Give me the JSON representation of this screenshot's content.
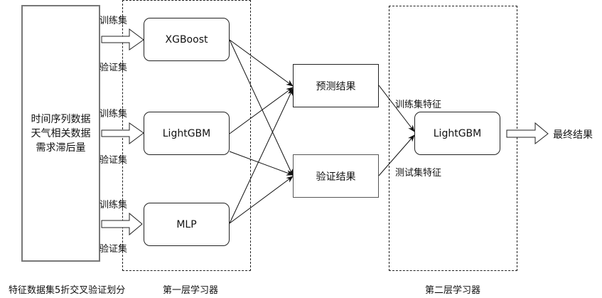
{
  "source": {
    "lines": [
      "时间序列数据",
      "天气相关数据",
      "需求滞后量"
    ],
    "caption": "特征数据集5折交叉验证划分"
  },
  "split_labels": {
    "train": "训练集",
    "validation": "验证集"
  },
  "layer1": {
    "caption": "第一层学习器",
    "models": [
      "XGBoost",
      "LightGBM",
      "MLP"
    ]
  },
  "results": {
    "prediction": "预测结果",
    "validation": "验证结果"
  },
  "layer2": {
    "caption": "第二层学习器",
    "model": "LightGBM",
    "train_feature_label": "训练集特征",
    "test_feature_label": "测试集特征"
  },
  "output": {
    "label": "最终结果"
  }
}
